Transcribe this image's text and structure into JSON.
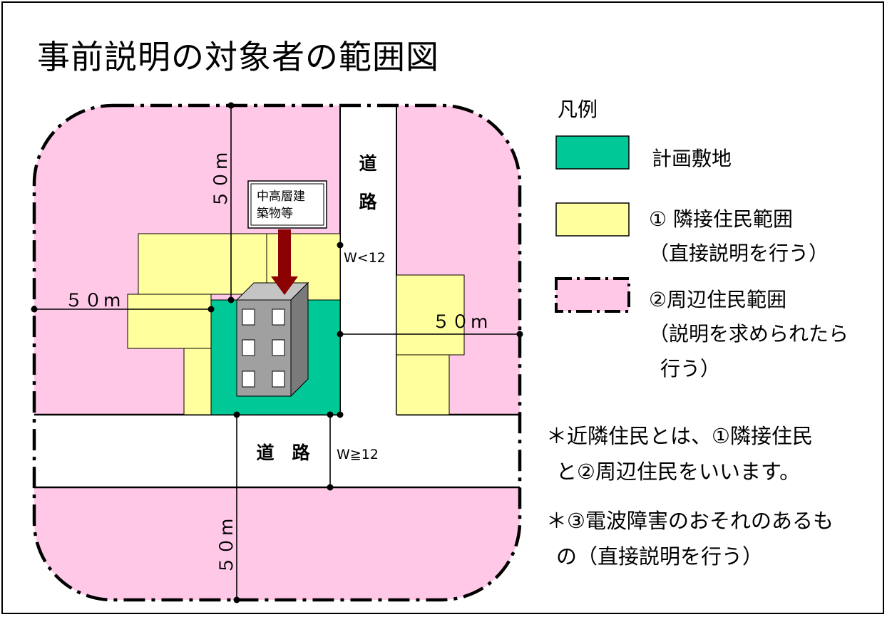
{
  "title": "事前説明の対象者の範囲図",
  "diagram": {
    "building_label_1": "中高層建",
    "building_label_2": "築物等",
    "road_vertical_char_1": "道",
    "road_vertical_char_2": "路",
    "road_horizontal_label": "道　路",
    "road_vertical_width": "W<12",
    "road_horizontal_width": "W≧12",
    "distance_top": "５０m",
    "distance_left": "５０m",
    "distance_right": "５０m",
    "distance_bottom": "５０m"
  },
  "legend": {
    "heading": "凡例",
    "site": "計画敷地",
    "adjacent_line1": "①  隣接住民範囲",
    "adjacent_line2": "（直接説明を行う）",
    "surrounding_line1": "②周辺住民範囲",
    "surrounding_line2": "（説明を求められたら",
    "surrounding_line3": "行う）"
  },
  "notes": {
    "note1_line1": "＊近隣住民とは、①隣接住民",
    "note1_line2": "と②周辺住民をいいます。",
    "note2_line1": "＊③電波障害のおそれのあるも",
    "note2_line2": "の（直接説明を行う）"
  },
  "colors": {
    "site": "#00c896",
    "adjacent": "#ffff9e",
    "surrounding": "#ffc8e6",
    "arrow": "#8b0000",
    "building_front": "#a0a0a0",
    "building_side": "#7a7a7a",
    "building_top": "#c4c4c4"
  }
}
